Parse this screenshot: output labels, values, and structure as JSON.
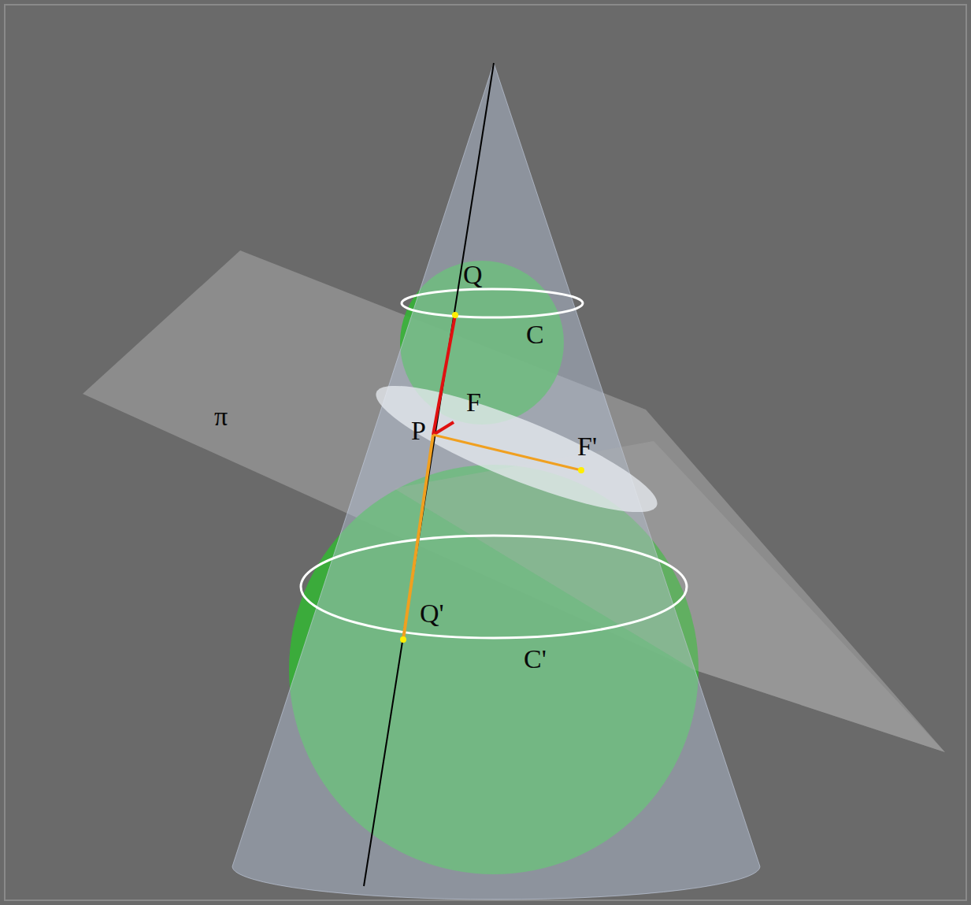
{
  "diagram": {
    "labels": [
      "Q",
      "C",
      "F",
      "P",
      "π",
      "F'",
      "Q'",
      "C'"
    ]
  }
}
